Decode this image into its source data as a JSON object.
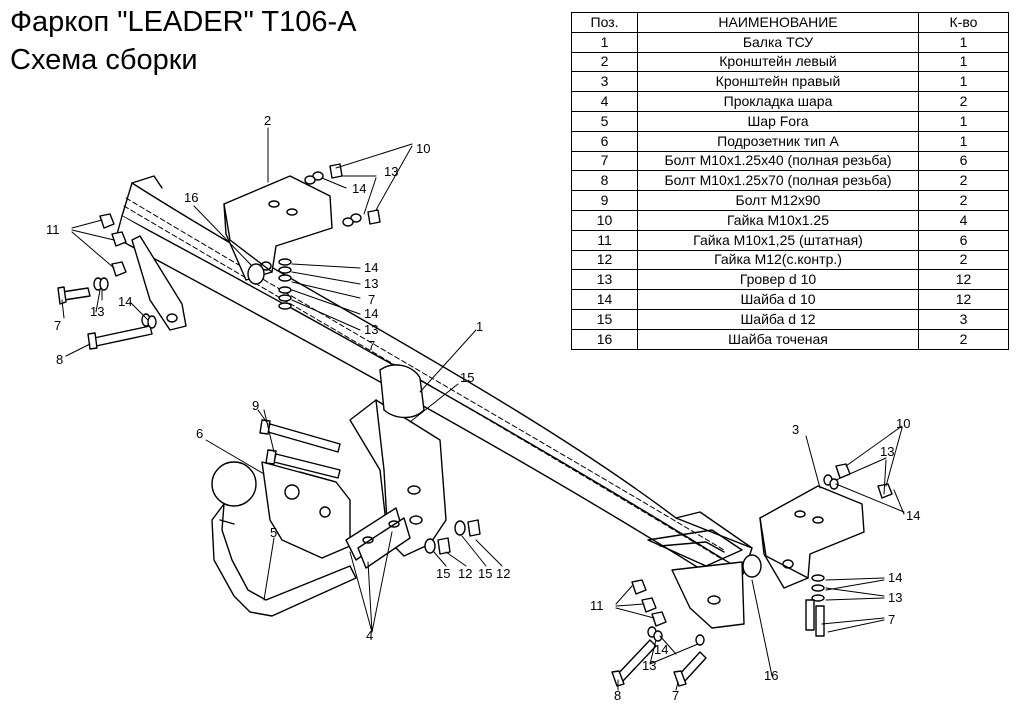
{
  "header": {
    "title": "Фаркоп \"LEADER\" T106-A",
    "subtitle": "Схема сборки"
  },
  "parts_table": {
    "columns": [
      "Поз.",
      "НАИМЕНОВАНИЕ",
      "К-во"
    ],
    "rows": [
      [
        "1",
        "Балка ТСУ",
        "1"
      ],
      [
        "2",
        "Кронштейн левый",
        "1"
      ],
      [
        "3",
        "Кронштейн правый",
        "1"
      ],
      [
        "4",
        "Прокладка шара",
        "2"
      ],
      [
        "5",
        "Шар Fora",
        "1"
      ],
      [
        "6",
        "Подрозетник тип А",
        "1"
      ],
      [
        "7",
        "Болт М10х1.25х40 (полная резьба)",
        "6"
      ],
      [
        "8",
        "Болт М10х1.25х70 (полная резьба)",
        "2"
      ],
      [
        "9",
        "Болт М12х90",
        "2"
      ],
      [
        "10",
        "Гайка  М10х1.25",
        "4"
      ],
      [
        "11",
        "Гайка М10х1,25 (штатная)",
        "6"
      ],
      [
        "12",
        "Гайка М12(с.контр.)",
        "2"
      ],
      [
        "13",
        "Гровер d 10",
        "12"
      ],
      [
        "14",
        "Шайба d 10",
        "12"
      ],
      [
        "15",
        "Шайба d 12",
        "3"
      ],
      [
        "16",
        "Шайба точеная",
        "2"
      ]
    ]
  },
  "callouts": [
    "1",
    "2",
    "3",
    "4",
    "5",
    "6",
    "7",
    "8",
    "9",
    "10",
    "11",
    "12",
    "13",
    "14",
    "15",
    "16"
  ]
}
